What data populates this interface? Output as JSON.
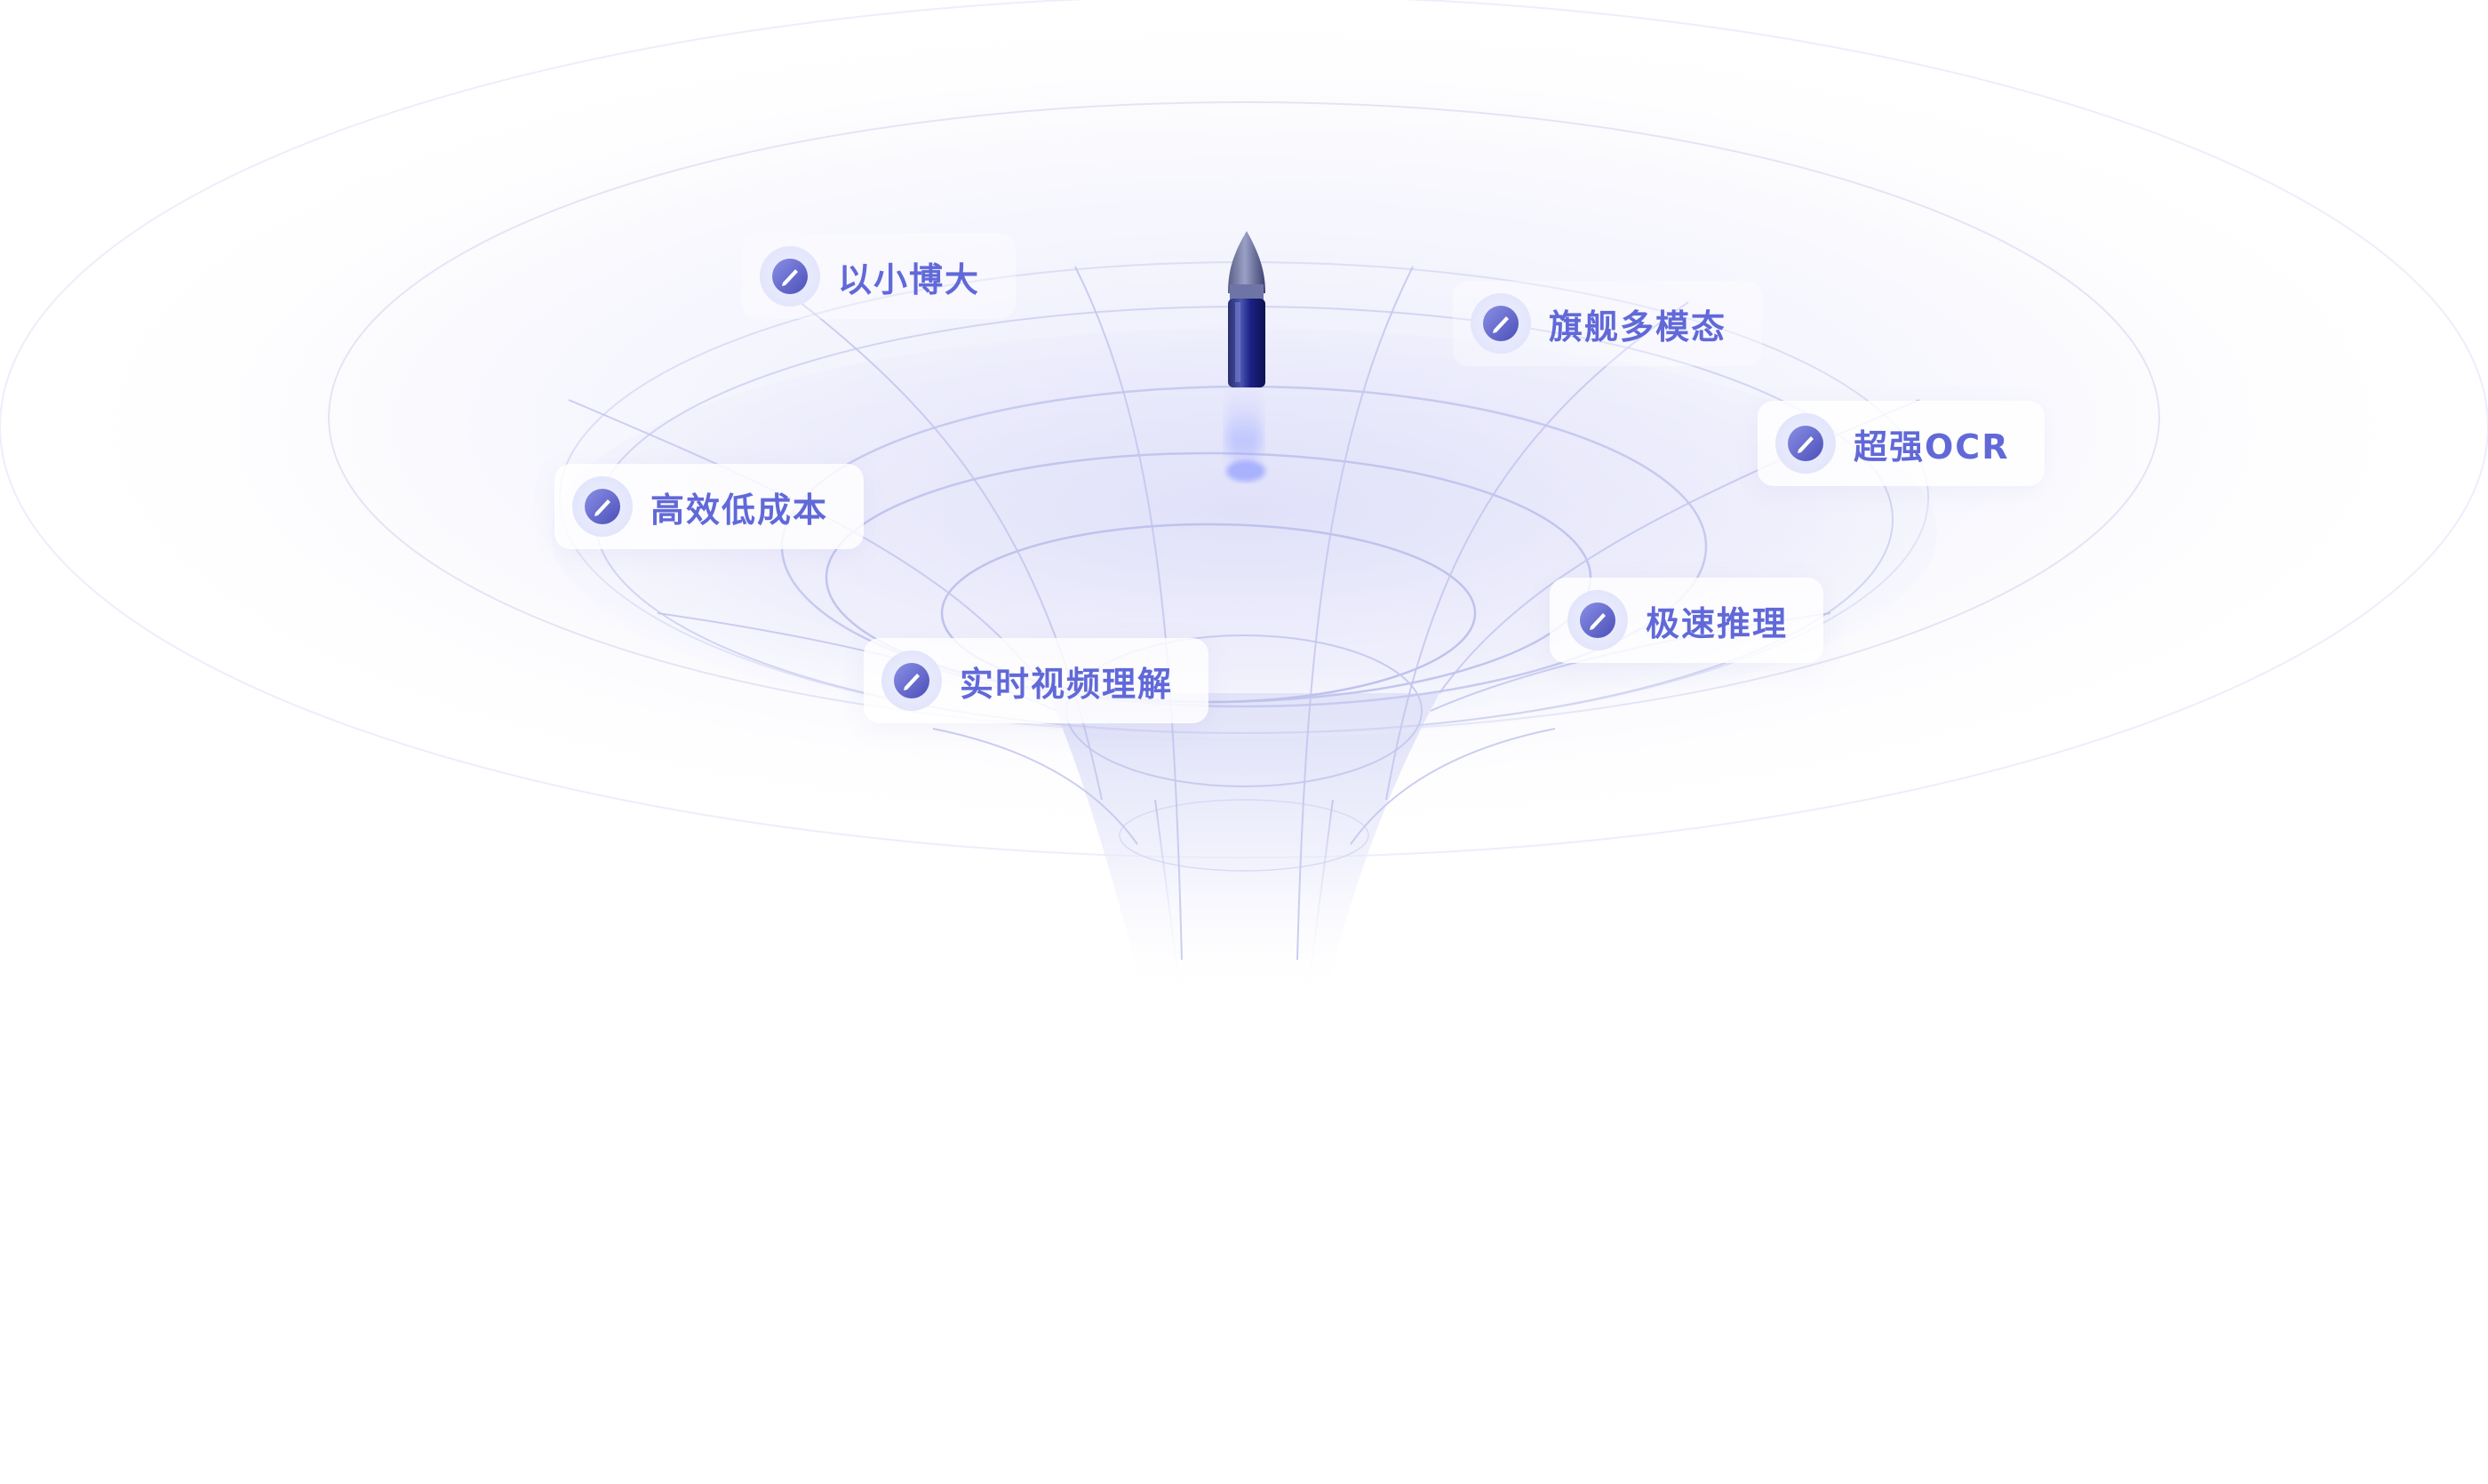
{
  "colors": {
    "accent": "#6169d8",
    "accent_dark": "#3d3fa8",
    "grid_line": "#c9ccef",
    "rocket_body": "#1e2a8c",
    "rocket_flame": "#8fa0ff"
  },
  "icons": {
    "feature": "check-badge-icon",
    "rocket": "rocket-icon"
  },
  "features": [
    {
      "label": "以小博大"
    },
    {
      "label": "旗舰多模态"
    },
    {
      "label": "超强OCR"
    },
    {
      "label": "高效低成本"
    },
    {
      "label": "极速推理"
    },
    {
      "label": "实时视频理解"
    }
  ]
}
